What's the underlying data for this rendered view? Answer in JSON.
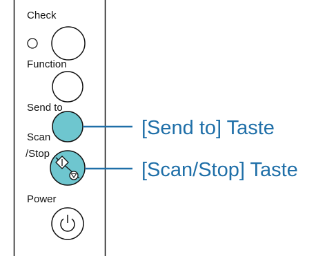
{
  "panel": {
    "labels": {
      "check": "Check",
      "function": "Function",
      "send_to_line1": "Send to",
      "scan_stop_line1": "Scan",
      "scan_stop_line2": "/Stop",
      "power": "Power"
    }
  },
  "callouts": {
    "send_to": "[Send to] Taste",
    "scan_stop": "[Scan/Stop] Taste"
  },
  "colors": {
    "highlight_fill": "#6ec6cf",
    "callout_line": "#1f6fa8",
    "callout_text": "#1f6fa8",
    "outline": "#111111"
  },
  "icons": {
    "check_lamp": "indicator-lamp-icon",
    "scan_stop": "scan-stop-icon",
    "power": "power-icon"
  }
}
